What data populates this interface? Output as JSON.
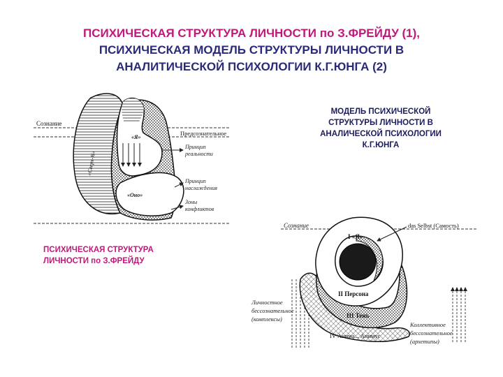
{
  "title": {
    "line1": "ПСИХИЧЕСКАЯ СТРУКТУРА ЛИЧНОСТИ по З.ФРЕЙДУ (1),",
    "line2": "ПСИХИЧЕСКАЯ МОДЕЛЬ СТРУКТУРЫ ЛИЧНОСТИ В",
    "line3": "АНАЛИТИЧЕСКОЙ ПСИХОЛОГИИ К.Г.ЮНГА (2)"
  },
  "captions": {
    "jung": "МОДЕЛЬ ПСИХИЧЕСКОЙ СТРУКТУРЫ ЛИЧНОСТИ В АНАЛИЧЕСКОЙ ПСИХОЛОГИИ К.Г.ЮНГА",
    "freud": "ПСИХИЧЕСКАЯ СТРУКТУРА ЛИЧНОСТИ по З.ФРЕЙДУ"
  },
  "freud_diagram": {
    "consciousness": "Сознание",
    "preconscious": "Предсознательное",
    "ego": "«Я»",
    "superego": "«Сверх-Я»",
    "id": "«Оно»",
    "reality_principle": [
      "Принцип",
      "реальности"
    ],
    "pleasure_principle": [
      "Принцип",
      "наслаждения"
    ],
    "conflict_zones": [
      "Зоны",
      "конфликтов"
    ]
  },
  "jung_diagram": {
    "consciousness": "Сознание",
    "self": "das Selbst (Самость)",
    "ego": "I «Я»",
    "persona": "II Персона",
    "shadow": "III Тень",
    "anima": "IV Анима... Анимус",
    "personal_unconscious": [
      "Личностное",
      "бессознательное",
      "(комплексы)"
    ],
    "collective_unconscious": [
      "Коллективное",
      "бессознательное",
      "(архетипы)"
    ]
  }
}
